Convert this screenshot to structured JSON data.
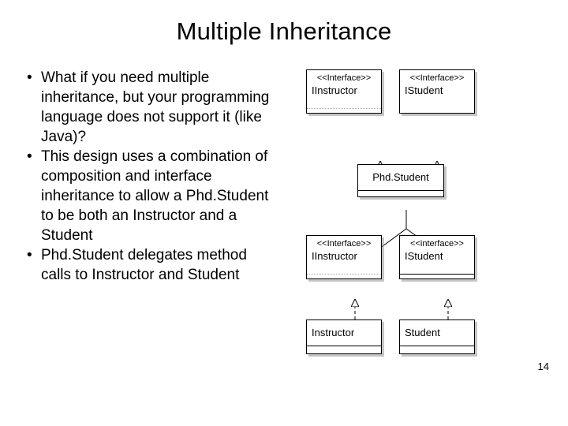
{
  "slide": {
    "title": "Multiple Inheritance",
    "page_number": "14",
    "bullet_marker": "•",
    "bullets": [
      "What if you need multiple inheritance, but your programming language does not support it (like Java)?",
      "This design uses a combination of composition and interface inheritance to allow a Phd.Student to be both an Instructor and a Student",
      "Phd.Student delegates method calls to Instructor and Student"
    ],
    "diagram": {
      "stereotype_interface": "<<Interface>>",
      "stereotype_interface_lower": "<<interface>>",
      "boxes": {
        "top_left": {
          "stereotype": "<<Interface>>",
          "name": "IInstructor"
        },
        "top_right": {
          "stereotype": "<<Interface>>",
          "name": "IStudent"
        },
        "middle": {
          "name": "Phd.Student"
        },
        "mid_left": {
          "stereotype": "<<Interface>>",
          "name": "IInstructor"
        },
        "mid_right": {
          "stereotype": "<<interface>>",
          "name": "IStudent"
        },
        "bottom_left": {
          "name": "Instructor"
        },
        "bottom_right": {
          "name": "Student"
        }
      }
    }
  }
}
